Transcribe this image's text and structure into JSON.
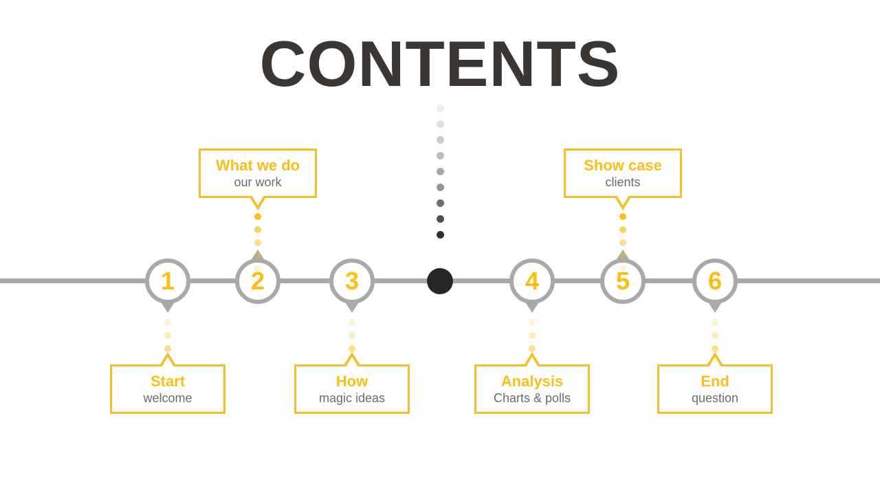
{
  "slide": {
    "title": "CONTENTS",
    "title_color": "#3a3634",
    "background": "#ffffff",
    "accent_color": "#f2c12a",
    "number_color": "#fbbe11",
    "line_color": "#a9a9a9",
    "subtitle_color": "#6b6b6b",
    "hub_color": "#262626"
  },
  "timeline": {
    "axis_name": "timeline-axis",
    "center_hub_name": "center-hub",
    "center_dot_shades": [
      "#ededed",
      "#e0e0e0",
      "#cccccc",
      "#bdbdbd",
      "#a8a8a8",
      "#949494",
      "#6e6e6e",
      "#4f4f4f",
      "#2f2f2f"
    ],
    "nodes": [
      {
        "number": "1",
        "pointer": "down"
      },
      {
        "number": "2",
        "pointer": "up"
      },
      {
        "number": "3",
        "pointer": "down"
      },
      {
        "number": "4",
        "pointer": "down"
      },
      {
        "number": "5",
        "pointer": "up"
      },
      {
        "number": "6",
        "pointer": "down"
      }
    ]
  },
  "callouts": {
    "top": [
      {
        "node": "2",
        "title": "What we do",
        "subtitle": "our work"
      },
      {
        "node": "5",
        "title": "Show case",
        "subtitle": "clients"
      }
    ],
    "bottom": [
      {
        "node": "1",
        "title": "Start",
        "subtitle": "welcome"
      },
      {
        "node": "3",
        "title": "How",
        "subtitle": "magic ideas"
      },
      {
        "node": "4",
        "title": "Analysis",
        "subtitle": "Charts & polls"
      },
      {
        "node": "6",
        "title": "End",
        "subtitle": "question"
      }
    ]
  },
  "trail_opacities": [
    0.18,
    0.32,
    0.5,
    0.72,
    1
  ]
}
